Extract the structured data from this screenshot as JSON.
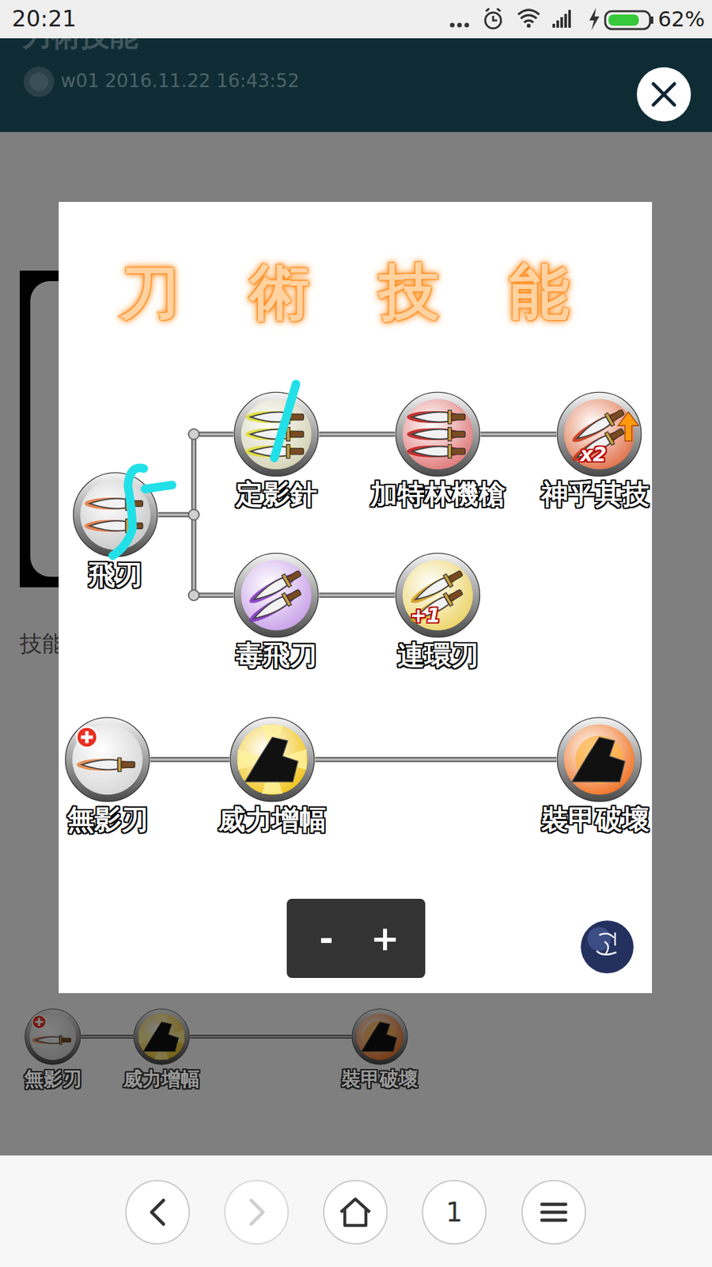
{
  "diagram": {
    "title": "刀術技能",
    "nodes": [
      {
        "text": [
          "飛刃"
        ]
      },
      {
        "text": [
          "定影針"
        ]
      },
      {
        "text": [
          "加特林機槍"
        ]
      },
      {
        "text": [
          "神乎其技"
        ]
      },
      {
        "text": [
          "毒飛刀"
        ]
      },
      {
        "text": [
          "連環刃"
        ]
      },
      {
        "text": [
          "無影刃"
        ]
      },
      {
        "text": [
          "威力增幅"
        ]
      },
      {
        "text": [
          "裝甲破壞"
        ]
      },
      {
        "text": [
          "無影刃"
        ]
      },
      {
        "text": [
          "威力增幅"
        ]
      },
      {
        "text": [
          "裝甲破壞"
        ]
      }
    ],
    "edges": [
      {
        "from": 0,
        "to": 1,
        "arrow": "none"
      },
      {
        "from": 0,
        "to": 4,
        "arrow": "none"
      },
      {
        "from": 1,
        "to": 2,
        "arrow": "none"
      },
      {
        "from": 2,
        "to": 3,
        "arrow": "none"
      },
      {
        "from": 4,
        "to": 5,
        "arrow": "none"
      },
      {
        "from": 6,
        "to": 7,
        "arrow": "none"
      },
      {
        "from": 7,
        "to": 8,
        "arrow": "none"
      },
      {
        "from": 9,
        "to": 10,
        "arrow": "none"
      },
      {
        "from": 10,
        "to": 11,
        "arrow": "none"
      }
    ],
    "labels": [
      "20:21",
      "62%",
      "刀術技能",
      "w01",
      "2016.11.22 16:43:52",
      "技能",
      "x2",
      "+1",
      "-",
      "+",
      "1"
    ]
  }
}
